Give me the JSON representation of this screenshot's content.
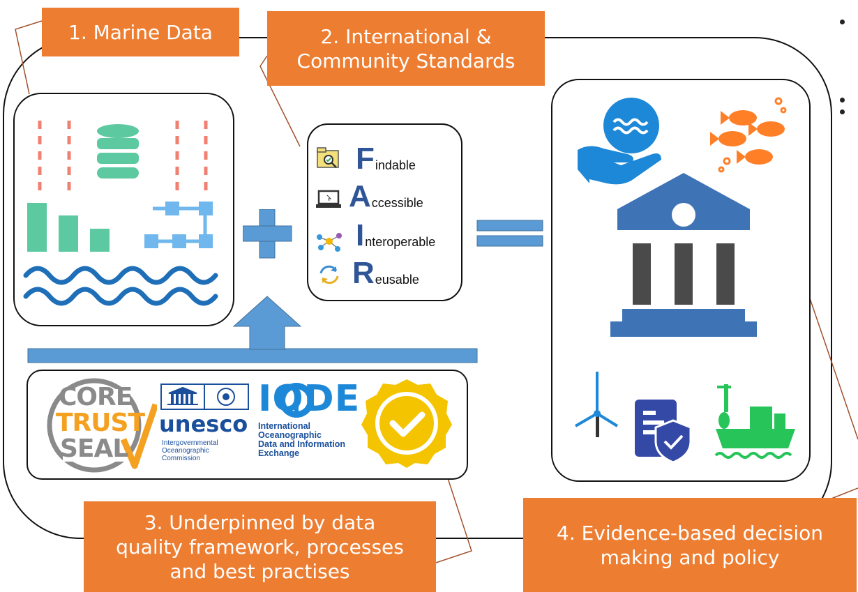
{
  "callouts": {
    "marine_data": "1. Marine Data",
    "standards_line1": "2. International &",
    "standards_line2": "Community  Standards",
    "quality_line1": "3. Underpinned by data",
    "quality_line2": "quality framework, processes",
    "quality_line3": "and best practises",
    "evidence_line1": "4. Evidence-based decision",
    "evidence_line2": "making and policy"
  },
  "fair": [
    {
      "letter": "F",
      "rest": "indable",
      "icon": "folder-search-icon"
    },
    {
      "letter": "A",
      "rest": "ccessible",
      "icon": "laptop-icon"
    },
    {
      "letter": "I",
      "rest": "nteroperable",
      "icon": "network-nodes-icon"
    },
    {
      "letter": "R",
      "rest": "eusable",
      "icon": "recycle-arrows-icon"
    }
  ],
  "logos": {
    "coretrust_core": "CORE",
    "coretrust_trust": "TRUST",
    "coretrust_seal": "SEAL",
    "unesco_name": "unesco",
    "unesco_sub1": "Intergovernmental",
    "unesco_sub2": "Oceanographic",
    "unesco_sub3": "Commission",
    "iode_name": "IODE",
    "iode_sub1": "International",
    "iode_sub2": "Oceanographic",
    "iode_sub3": "Data and Information",
    "iode_sub4": "Exchange"
  },
  "colors": {
    "callout": "#ED7D31",
    "arrow_blue": "#5B9BD5",
    "fair_letter": "#2F5597",
    "teal": "#5CC9A1",
    "sea_blue": "#1E6FB8",
    "fish_orange": "#FF7F27",
    "building_blue": "#3E73B6",
    "column_gray": "#4A4A4A",
    "check_yellow": "#F5C400",
    "ship_green": "#27C45A"
  },
  "icons": [
    "database-icon",
    "bar-chart-icon",
    "flowchart-icon",
    "waves-icon",
    "plus-icon",
    "equals-icon",
    "up-arrow-icon",
    "ocean-in-hand-icon",
    "fish-icon",
    "government-building-icon",
    "wind-turbine-icon",
    "policy-shield-icon",
    "fishing-vessel-icon",
    "quality-badge-icon"
  ]
}
